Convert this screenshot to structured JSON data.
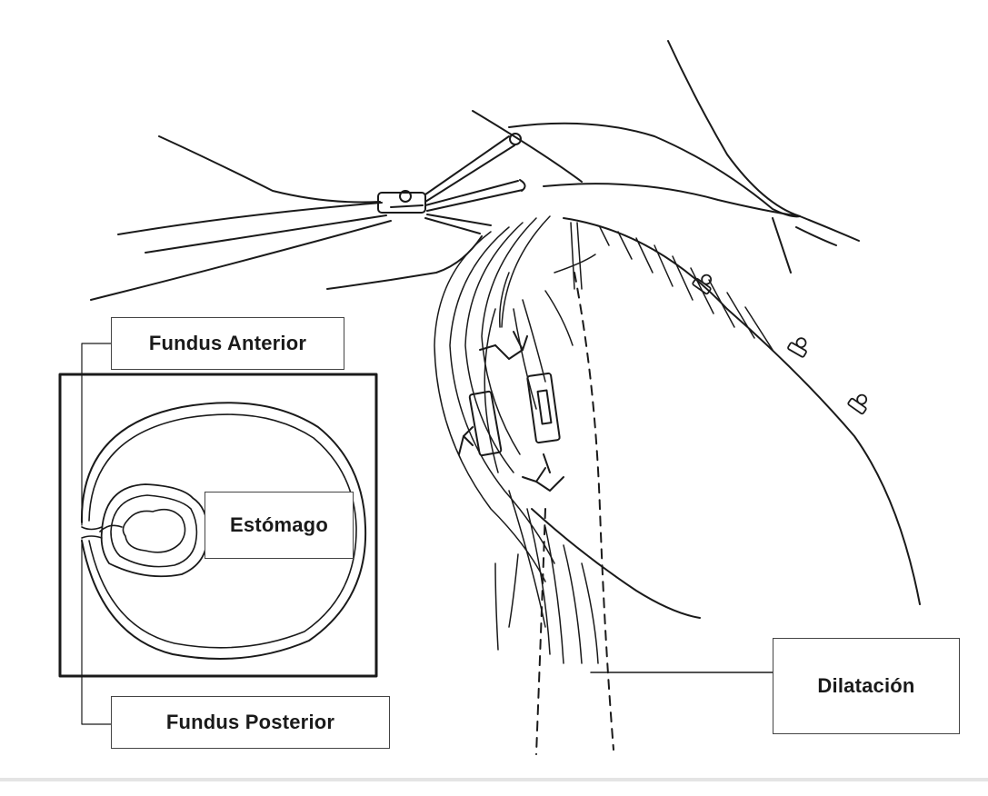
{
  "diagram": {
    "labels": {
      "fundus_anterior": "Fundus Anterior",
      "estomago": "Estómago",
      "fundus_posterior": "Fundus Posterior",
      "dilatacion": "Dilatación"
    },
    "colors": {
      "line": "#1a1a1a",
      "background": "#ffffff"
    }
  }
}
